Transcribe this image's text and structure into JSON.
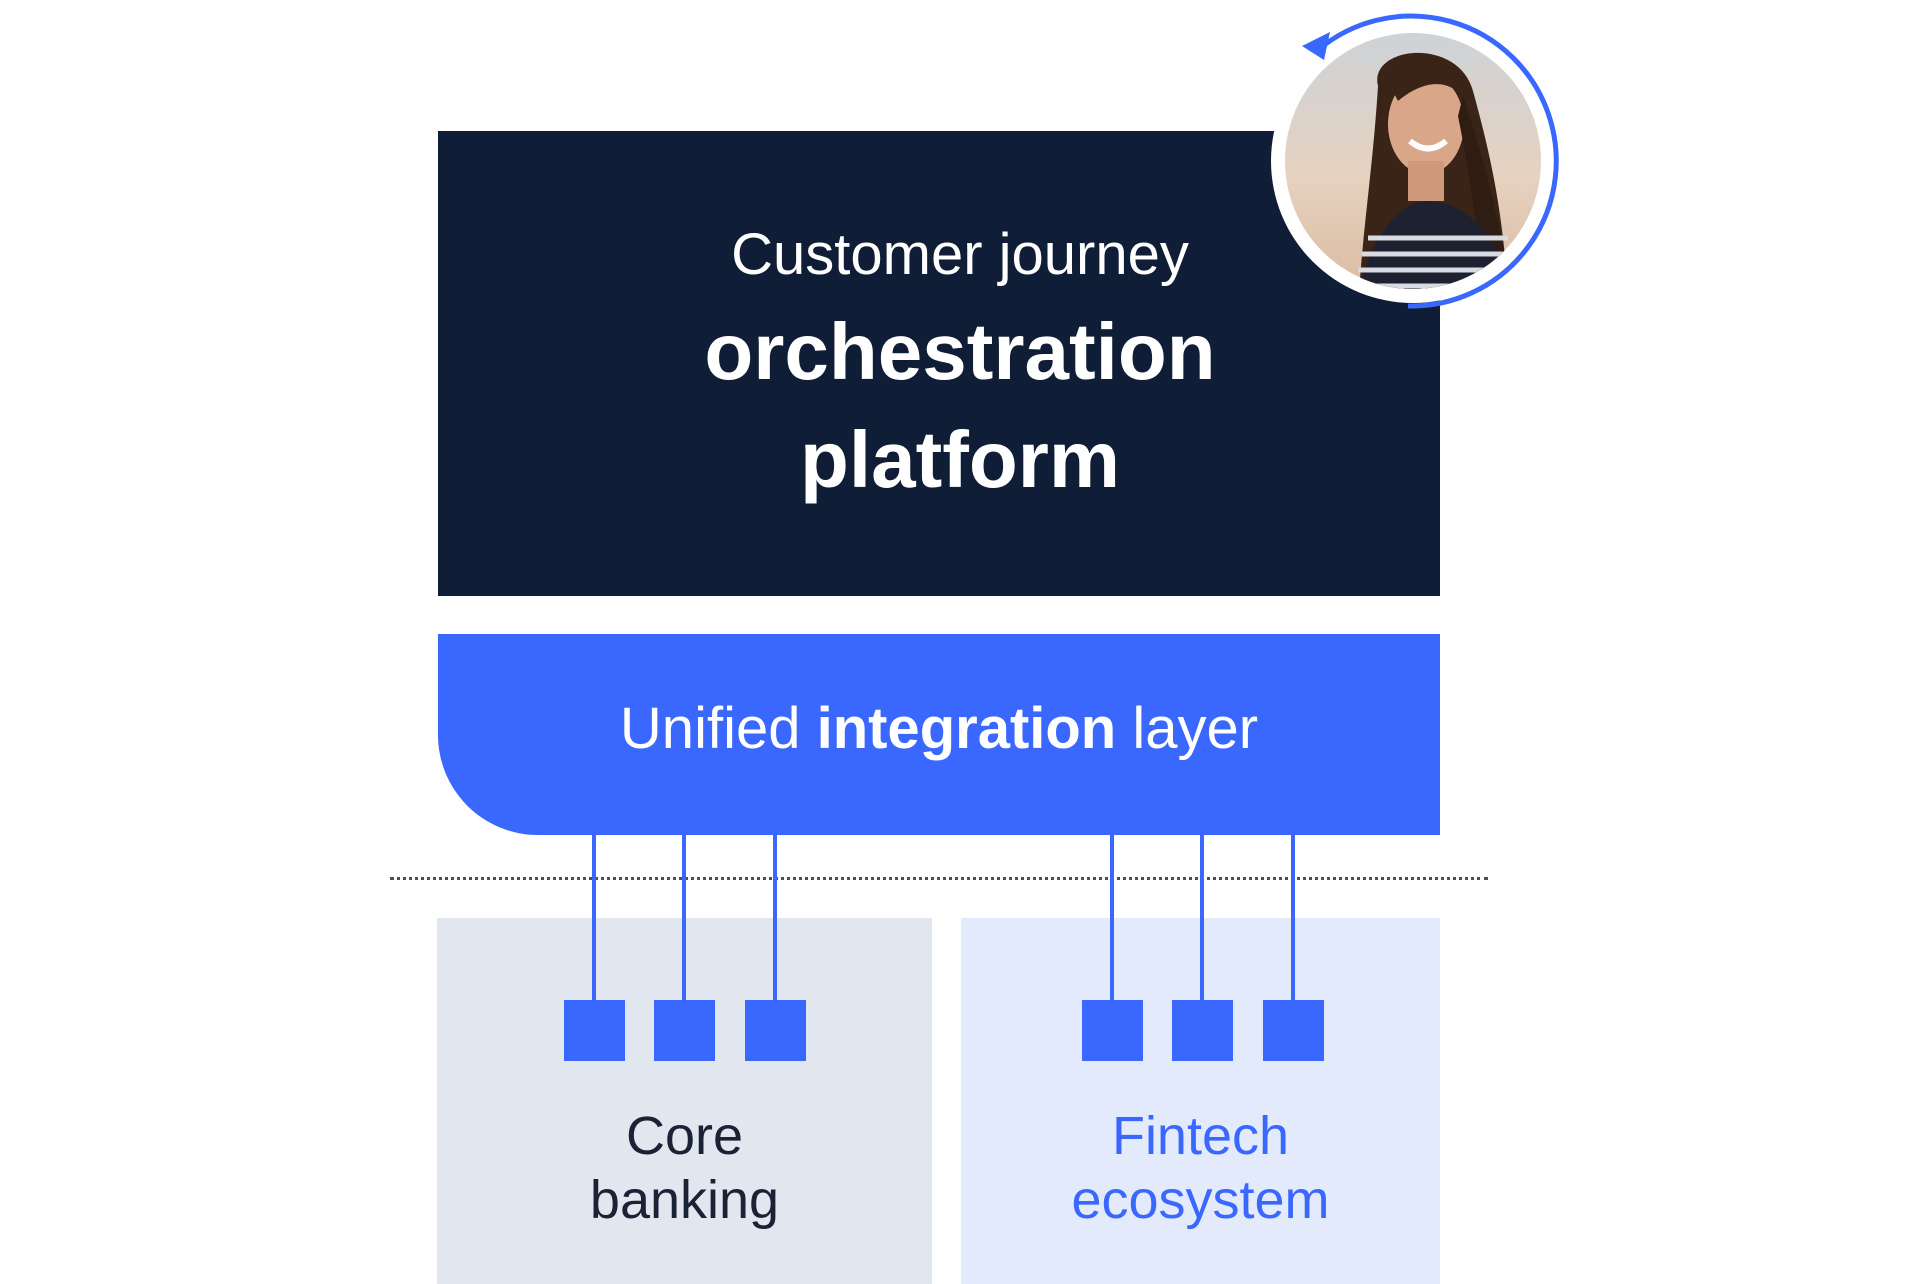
{
  "orchestration": {
    "line1": "Customer journey",
    "line2": "orchestration",
    "line3": "platform",
    "background_color": "#0f1e36"
  },
  "integration": {
    "prefix": "Unified ",
    "bold": "integration",
    "suffix": " layer",
    "background_color": "#3a68ff"
  },
  "core_banking": {
    "line1": "Core",
    "line2": "banking",
    "connectors": 3
  },
  "fintech": {
    "line1": "Fintech",
    "line2": "ecosystem",
    "connectors": 3
  },
  "avatar": {
    "icon": "person-photo-icon",
    "ring_icon": "cycle-arrow-icon",
    "accent_color": "#3a68ff"
  }
}
